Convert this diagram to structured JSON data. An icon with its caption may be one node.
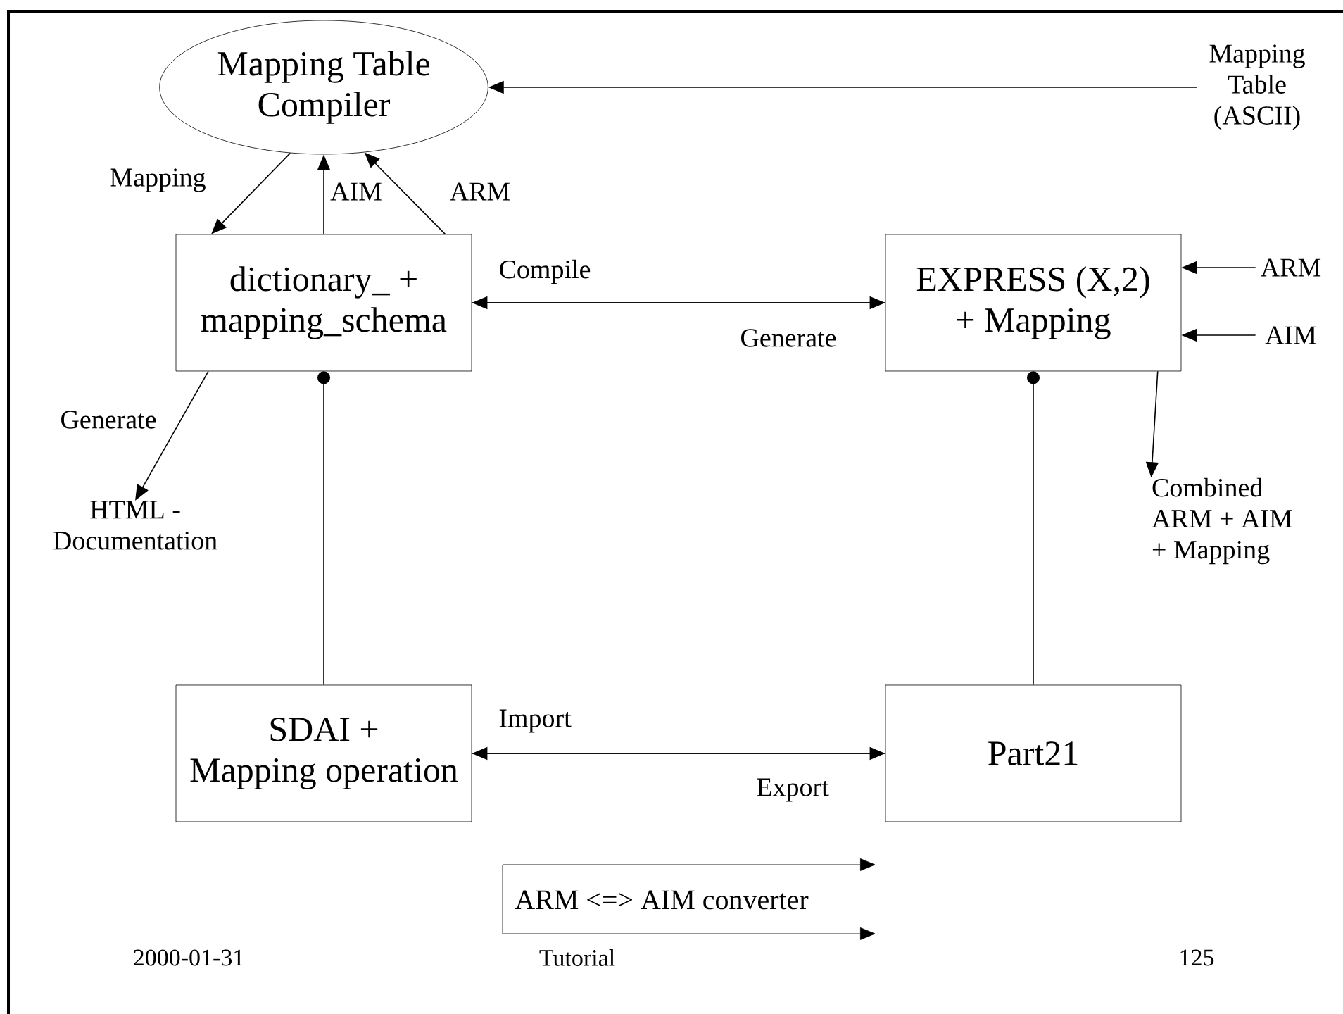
{
  "diagram": {
    "nodes": [
      {
        "text": [
          "Mapping Table Compiler"
        ]
      },
      {
        "text": [
          "Mapping Table (ASCII)"
        ]
      },
      {
        "text": [
          "dictionary_ + mapping_schema"
        ]
      },
      {
        "text": [
          "EXPRESS (X,2) + Mapping"
        ]
      },
      {
        "text": [
          "ARM"
        ]
      },
      {
        "text": [
          "AIM"
        ]
      },
      {
        "text": [
          "HTML - Documentation"
        ]
      },
      {
        "text": [
          "Combined ARM + AIM + Mapping"
        ]
      },
      {
        "text": [
          "SDAI + Mapping operation"
        ]
      },
      {
        "text": [
          "Part21"
        ]
      },
      {
        "text": [
          "ARM <=> AIM converter"
        ]
      }
    ],
    "edges": [
      {
        "from": 0,
        "to": 2,
        "arrow": "to",
        "label": "Mapping"
      },
      {
        "from": 2,
        "to": 0,
        "arrow": "to",
        "label": "AIM"
      },
      {
        "from": 2,
        "to": 0,
        "arrow": "to",
        "label": "ARM"
      },
      {
        "from": 1,
        "to": 0,
        "arrow": "to"
      },
      {
        "from": 3,
        "to": 2,
        "arrow": "to",
        "label": "Compile"
      },
      {
        "from": 2,
        "to": 3,
        "arrow": "to",
        "label": "Generate"
      },
      {
        "from": 4,
        "to": 3,
        "arrow": "to"
      },
      {
        "from": 5,
        "to": 3,
        "arrow": "to"
      },
      {
        "from": 2,
        "to": 6,
        "arrow": "to",
        "label": "Generate"
      },
      {
        "from": 3,
        "to": 7,
        "arrow": "to"
      },
      {
        "from": 2,
        "to": 8,
        "arrow": "other"
      },
      {
        "from": 3,
        "to": 9,
        "arrow": "other"
      },
      {
        "from": 9,
        "to": 8,
        "arrow": "to",
        "label": "Import"
      },
      {
        "from": 8,
        "to": 9,
        "arrow": "to",
        "label": "Export"
      }
    ],
    "labels": [
      "2000-01-31",
      "Tutorial",
      "125"
    ]
  }
}
